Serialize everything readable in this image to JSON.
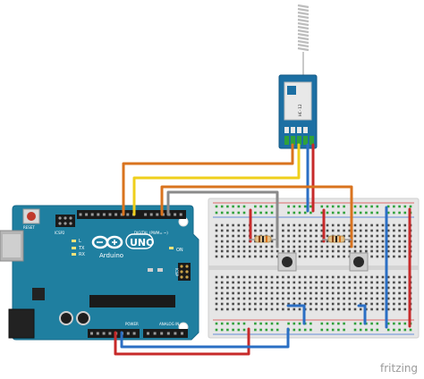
{
  "board": {
    "reset_label": "RESET",
    "icsp2_label": "ICSP2",
    "tx_label": "TX",
    "rx_label": "RX",
    "l_label": "L",
    "on_label": "ON",
    "digital_label": "DIGITAL (PWM= ~)",
    "brand_label": "Arduino",
    "model_label": "UNO",
    "icsp_label": "ICSP",
    "power_label": "POWER",
    "analog_label": "ANALOG IN",
    "aref_label": "AREF",
    "gnd_label": "GND"
  },
  "module": {
    "chip_text": "HC-12"
  },
  "watermark": "fritzing",
  "colors": {
    "board": "#1f7fa0",
    "breadboard": "#e9e9e9",
    "wire_orange": "#d9731e",
    "wire_yellow": "#efcf1c",
    "wire_red": "#c72a2a",
    "wire_blue": "#2b6fc4",
    "wire_gray": "#8a8a8a",
    "green_pin": "#2fa13a"
  }
}
